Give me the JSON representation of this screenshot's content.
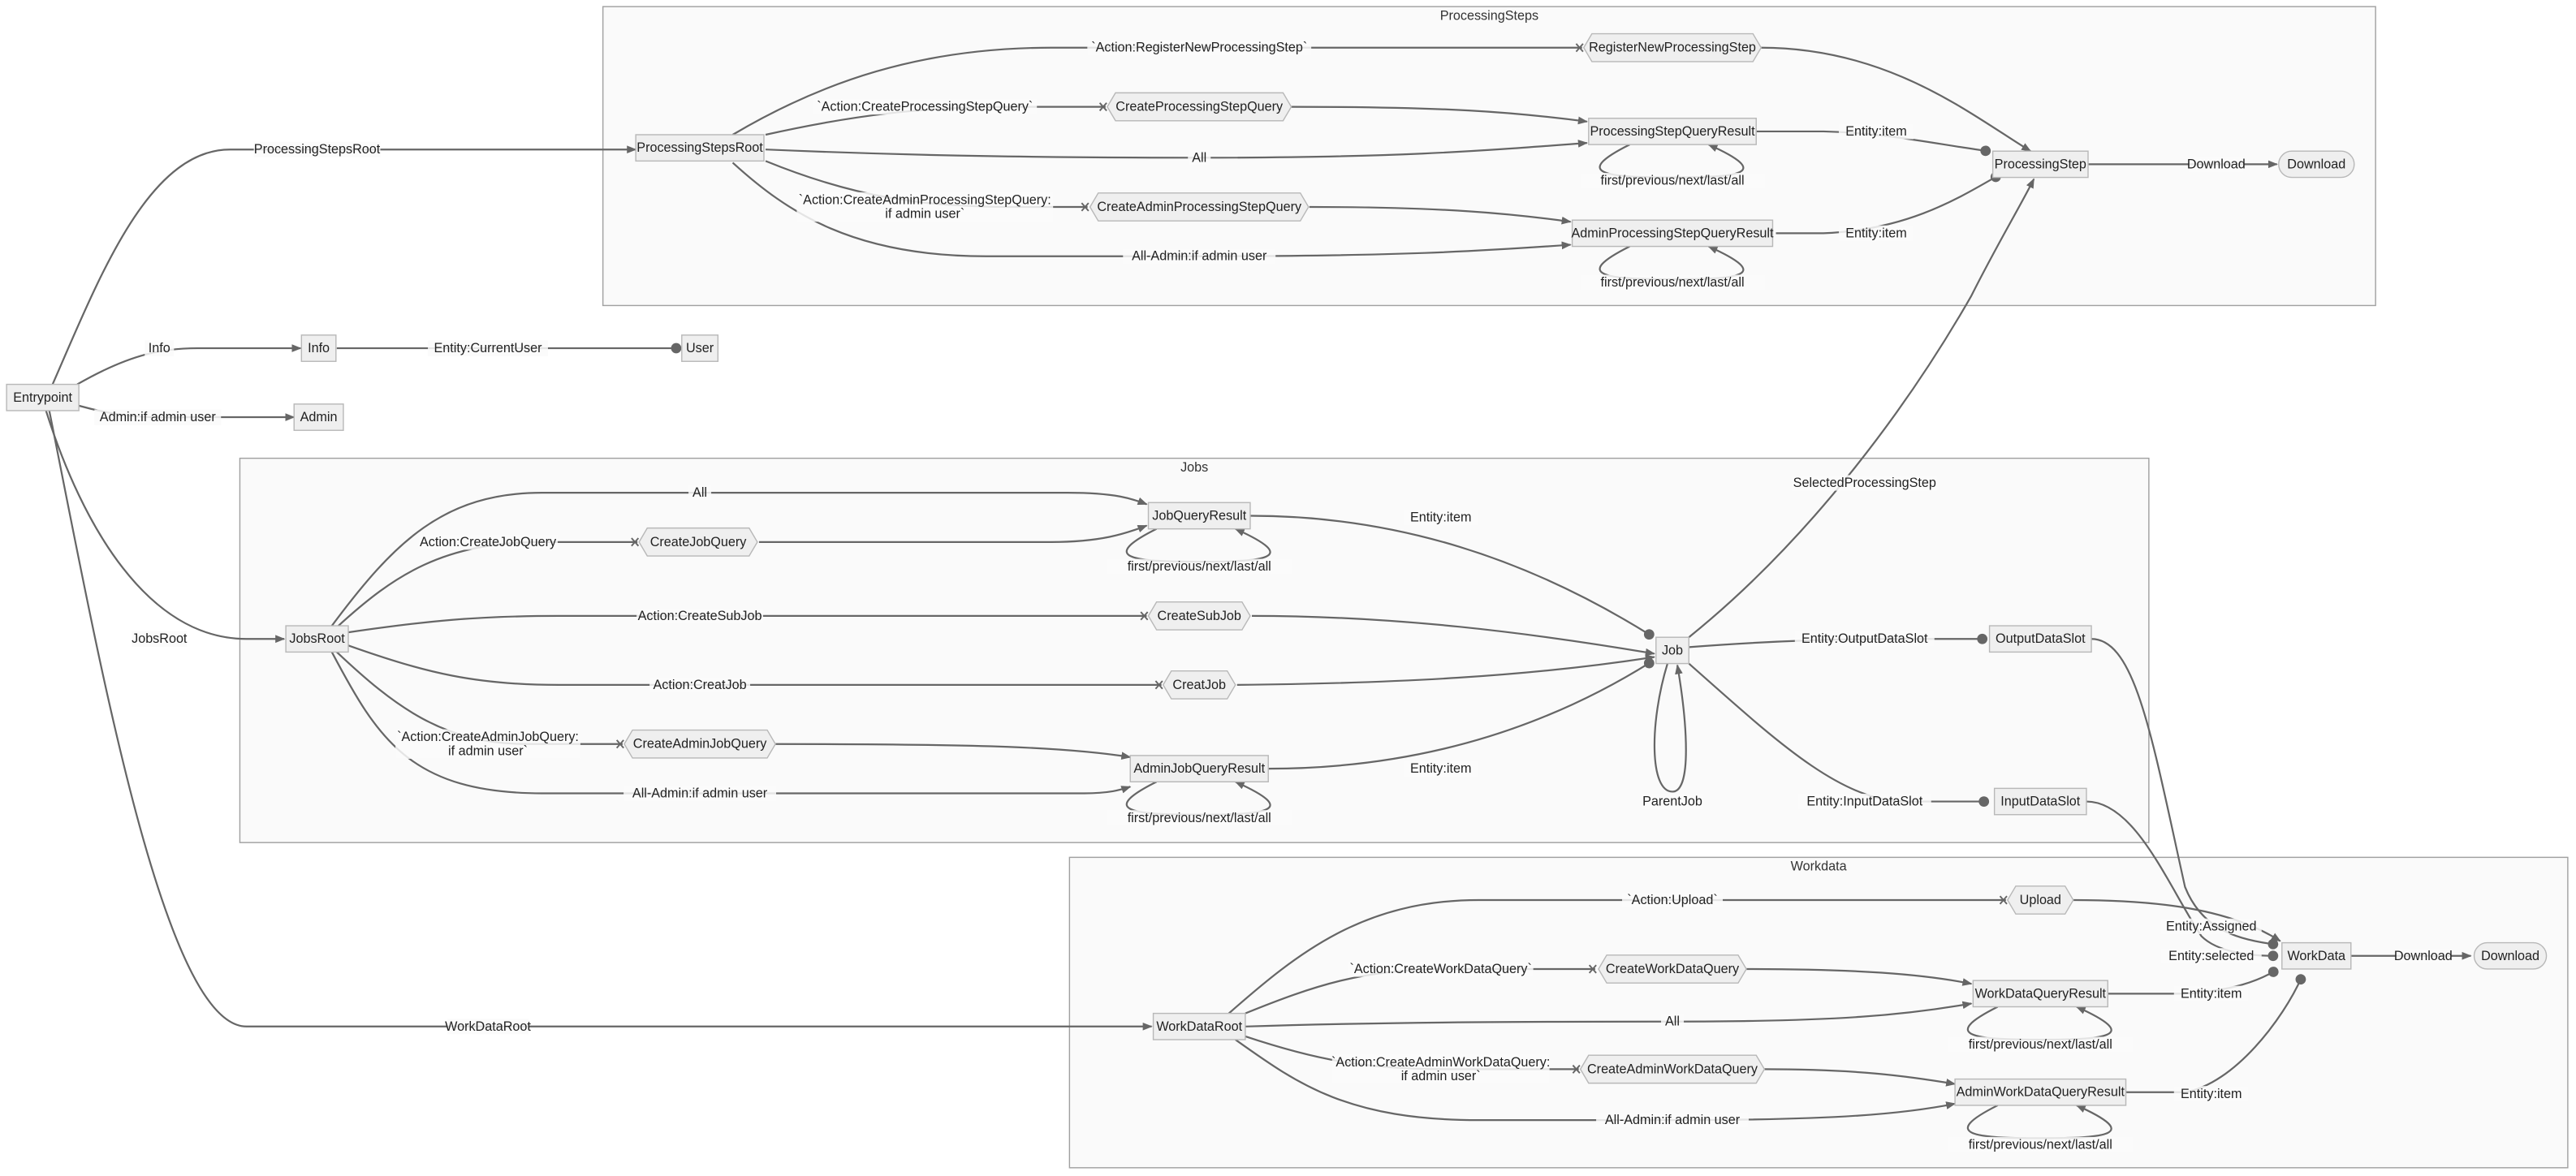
{
  "clusters": [
    {
      "id": "ps",
      "title": "ProcessingSteps"
    },
    {
      "id": "jobs",
      "title": "Jobs"
    },
    {
      "id": "wd",
      "title": "Workdata"
    }
  ],
  "nodes": {
    "Entrypoint": {
      "label": "Entrypoint",
      "shape": "rect"
    },
    "Info": {
      "label": "Info",
      "shape": "rect"
    },
    "User": {
      "label": "User",
      "shape": "rect"
    },
    "Admin": {
      "label": "Admin",
      "shape": "rect"
    },
    "ProcessingStepsRoot": {
      "label": "ProcessingStepsRoot",
      "shape": "rect"
    },
    "RegisterNewProcessingStep": {
      "label": "RegisterNewProcessingStep",
      "shape": "hexagon"
    },
    "CreateProcessingStepQuery": {
      "label": "CreateProcessingStepQuery",
      "shape": "hexagon"
    },
    "ProcessingStepQueryResult": {
      "label": "ProcessingStepQueryResult",
      "shape": "rect"
    },
    "CreateAdminProcessingStepQuery": {
      "label": "CreateAdminProcessingStepQuery",
      "shape": "hexagon"
    },
    "AdminProcessingStepQueryResult": {
      "label": "AdminProcessingStepQueryResult",
      "shape": "rect"
    },
    "ProcessingStep": {
      "label": "ProcessingStep",
      "shape": "rect"
    },
    "DownloadPS": {
      "label": "Download",
      "shape": "rounded"
    },
    "JobsRoot": {
      "label": "JobsRoot",
      "shape": "rect"
    },
    "JobQueryResult": {
      "label": "JobQueryResult",
      "shape": "rect"
    },
    "CreateJobQuery": {
      "label": "CreateJobQuery",
      "shape": "hexagon"
    },
    "CreateSubJob": {
      "label": "CreateSubJob",
      "shape": "hexagon"
    },
    "CreatJob": {
      "label": "CreatJob",
      "shape": "hexagon"
    },
    "CreateAdminJobQuery": {
      "label": "CreateAdminJobQuery",
      "shape": "hexagon"
    },
    "AdminJobQueryResult": {
      "label": "AdminJobQueryResult",
      "shape": "rect"
    },
    "Job": {
      "label": "Job",
      "shape": "rect"
    },
    "OutputDataSlot": {
      "label": "OutputDataSlot",
      "shape": "rect"
    },
    "InputDataSlot": {
      "label": "InputDataSlot",
      "shape": "rect"
    },
    "WorkDataRoot": {
      "label": "WorkDataRoot",
      "shape": "rect"
    },
    "Upload": {
      "label": "Upload",
      "shape": "hexagon"
    },
    "CreateWorkDataQuery": {
      "label": "CreateWorkDataQuery",
      "shape": "hexagon"
    },
    "WorkDataQueryResult": {
      "label": "WorkDataQueryResult",
      "shape": "rect"
    },
    "CreateAdminWorkDataQuery": {
      "label": "CreateAdminWorkDataQuery",
      "shape": "hexagon"
    },
    "AdminWorkDataQueryResult": {
      "label": "AdminWorkDataQueryResult",
      "shape": "rect"
    },
    "WorkData": {
      "label": "WorkData",
      "shape": "rect"
    },
    "DownloadWD": {
      "label": "Download",
      "shape": "rounded"
    }
  },
  "edges": [
    {
      "from": "Entrypoint",
      "to": "ProcessingStepsRoot",
      "lines": [
        "ProcessingStepsRoot"
      ],
      "head": "arrow"
    },
    {
      "from": "Entrypoint",
      "to": "Info",
      "lines": [
        "Info"
      ],
      "head": "arrow"
    },
    {
      "from": "Info",
      "to": "User",
      "lines": [
        "Entity:CurrentUser"
      ],
      "head": "dot"
    },
    {
      "from": "Entrypoint",
      "to": "Admin",
      "lines": [
        "Admin:if admin user"
      ],
      "head": "arrow"
    },
    {
      "from": "Entrypoint",
      "to": "JobsRoot",
      "lines": [
        "JobsRoot"
      ],
      "head": "arrow"
    },
    {
      "from": "Entrypoint",
      "to": "WorkDataRoot",
      "lines": [
        "WorkDataRoot"
      ],
      "head": "arrow"
    },
    {
      "from": "ProcessingStepsRoot",
      "to": "RegisterNewProcessingStep",
      "lines": [
        "`Action:RegisterNewProcessingStep`"
      ],
      "head": "cross"
    },
    {
      "from": "ProcessingStepsRoot",
      "to": "CreateProcessingStepQuery",
      "lines": [
        "`Action:CreateProcessingStepQuery`"
      ],
      "head": "cross"
    },
    {
      "from": "ProcessingStepsRoot",
      "to": "ProcessingStepQueryResult",
      "lines": [
        "All"
      ],
      "head": "arrow"
    },
    {
      "from": "CreateProcessingStepQuery",
      "to": "ProcessingStepQueryResult",
      "lines": [],
      "head": "arrow"
    },
    {
      "from": "ProcessingStepsRoot",
      "to": "CreateAdminProcessingStepQuery",
      "lines": [
        "`Action:CreateAdminProcessingStepQuery:",
        "if admin user`"
      ],
      "head": "cross"
    },
    {
      "from": "ProcessingStepsRoot",
      "to": "AdminProcessingStepQueryResult",
      "lines": [
        "All-Admin:if admin user"
      ],
      "head": "arrow"
    },
    {
      "from": "CreateAdminProcessingStepQuery",
      "to": "AdminProcessingStepQueryResult",
      "lines": [],
      "head": "arrow"
    },
    {
      "from": "ProcessingStepQueryResult",
      "to": "ProcessingStepQueryResult",
      "lines": [
        "first/previous/next/last/all"
      ],
      "head": "arrow"
    },
    {
      "from": "AdminProcessingStepQueryResult",
      "to": "AdminProcessingStepQueryResult",
      "lines": [
        "first/previous/next/last/all"
      ],
      "head": "arrow"
    },
    {
      "from": "RegisterNewProcessingStep",
      "to": "ProcessingStep",
      "lines": [],
      "head": "arrow"
    },
    {
      "from": "ProcessingStepQueryResult",
      "to": "ProcessingStep",
      "lines": [
        "Entity:item"
      ],
      "head": "dot"
    },
    {
      "from": "AdminProcessingStepQueryResult",
      "to": "ProcessingStep",
      "lines": [
        "Entity:item"
      ],
      "head": "dot"
    },
    {
      "from": "ProcessingStep",
      "to": "DownloadPS",
      "lines": [
        "Download"
      ],
      "head": "arrow"
    },
    {
      "from": "Job",
      "to": "ProcessingStep",
      "lines": [
        "SelectedProcessingStep"
      ],
      "head": "arrow"
    },
    {
      "from": "JobsRoot",
      "to": "JobQueryResult",
      "lines": [
        "All"
      ],
      "head": "arrow"
    },
    {
      "from": "JobsRoot",
      "to": "CreateJobQuery",
      "lines": [
        "Action:CreateJobQuery"
      ],
      "head": "cross"
    },
    {
      "from": "CreateJobQuery",
      "to": "JobQueryResult",
      "lines": [],
      "head": "arrow"
    },
    {
      "from": "JobsRoot",
      "to": "CreateSubJob",
      "lines": [
        "Action:CreateSubJob"
      ],
      "head": "cross"
    },
    {
      "from": "CreateSubJob",
      "to": "Job",
      "lines": [],
      "head": "arrow"
    },
    {
      "from": "JobsRoot",
      "to": "CreatJob",
      "lines": [
        "Action:CreatJob"
      ],
      "head": "cross"
    },
    {
      "from": "CreatJob",
      "to": "Job",
      "lines": [],
      "head": "arrow"
    },
    {
      "from": "JobsRoot",
      "to": "CreateAdminJobQuery",
      "lines": [
        "`Action:CreateAdminJobQuery:",
        "if admin user`"
      ],
      "head": "cross"
    },
    {
      "from": "JobsRoot",
      "to": "AdminJobQueryResult",
      "lines": [
        "All-Admin:if admin user"
      ],
      "head": "arrow"
    },
    {
      "from": "CreateAdminJobQuery",
      "to": "AdminJobQueryResult",
      "lines": [],
      "head": "arrow"
    },
    {
      "from": "JobQueryResult",
      "to": "JobQueryResult",
      "lines": [
        "first/previous/next/last/all"
      ],
      "head": "arrow"
    },
    {
      "from": "AdminJobQueryResult",
      "to": "AdminJobQueryResult",
      "lines": [
        "first/previous/next/last/all"
      ],
      "head": "arrow"
    },
    {
      "from": "JobQueryResult",
      "to": "Job",
      "lines": [
        "Entity:item"
      ],
      "head": "dot"
    },
    {
      "from": "AdminJobQueryResult",
      "to": "Job",
      "lines": [
        "Entity:item"
      ],
      "head": "dot"
    },
    {
      "from": "Job",
      "to": "Job",
      "lines": [
        "ParentJob"
      ],
      "head": "arrow"
    },
    {
      "from": "Job",
      "to": "OutputDataSlot",
      "lines": [
        "Entity:OutputDataSlot"
      ],
      "head": "dot"
    },
    {
      "from": "Job",
      "to": "InputDataSlot",
      "lines": [
        "Entity:InputDataSlot"
      ],
      "head": "dot"
    },
    {
      "from": "OutputDataSlot",
      "to": "WorkData",
      "lines": [
        "Entity:Assigned"
      ],
      "head": "dot"
    },
    {
      "from": "InputDataSlot",
      "to": "WorkData",
      "lines": [
        "Entity:selected"
      ],
      "head": "dot"
    },
    {
      "from": "WorkDataRoot",
      "to": "Upload",
      "lines": [
        "`Action:Upload`"
      ],
      "head": "cross"
    },
    {
      "from": "Upload",
      "to": "WorkData",
      "lines": [],
      "head": "arrow"
    },
    {
      "from": "WorkDataRoot",
      "to": "CreateWorkDataQuery",
      "lines": [
        "`Action:CreateWorkDataQuery`"
      ],
      "head": "cross"
    },
    {
      "from": "CreateWorkDataQuery",
      "to": "WorkDataQueryResult",
      "lines": [],
      "head": "arrow"
    },
    {
      "from": "WorkDataRoot",
      "to": "WorkDataQueryResult",
      "lines": [
        "All"
      ],
      "head": "arrow"
    },
    {
      "from": "WorkDataRoot",
      "to": "CreateAdminWorkDataQuery",
      "lines": [
        "`Action:CreateAdminWorkDataQuery:",
        "if admin user`"
      ],
      "head": "cross"
    },
    {
      "from": "WorkDataRoot",
      "to": "AdminWorkDataQueryResult",
      "lines": [
        "All-Admin:if admin user"
      ],
      "head": "arrow"
    },
    {
      "from": "CreateAdminWorkDataQuery",
      "to": "AdminWorkDataQueryResult",
      "lines": [],
      "head": "arrow"
    },
    {
      "from": "WorkDataQueryResult",
      "to": "WorkDataQueryResult",
      "lines": [
        "first/previous/next/last/all"
      ],
      "head": "arrow"
    },
    {
      "from": "AdminWorkDataQueryResult",
      "to": "AdminWorkDataQueryResult",
      "lines": [
        "first/previous/next/last/all"
      ],
      "head": "arrow"
    },
    {
      "from": "WorkDataQueryResult",
      "to": "WorkData",
      "lines": [
        "Entity:item"
      ],
      "head": "dot"
    },
    {
      "from": "AdminWorkDataQueryResult",
      "to": "WorkData",
      "lines": [
        "Entity:item"
      ],
      "head": "dot"
    },
    {
      "from": "WorkData",
      "to": "DownloadWD",
      "lines": [
        "Download"
      ],
      "head": "arrow"
    }
  ],
  "colors": {
    "edge": "#666666",
    "node_fill": "#efefef",
    "node_border": "#b8b8b8",
    "cluster_fill": "#fafafa",
    "cluster_border": "#a0a0a0"
  }
}
